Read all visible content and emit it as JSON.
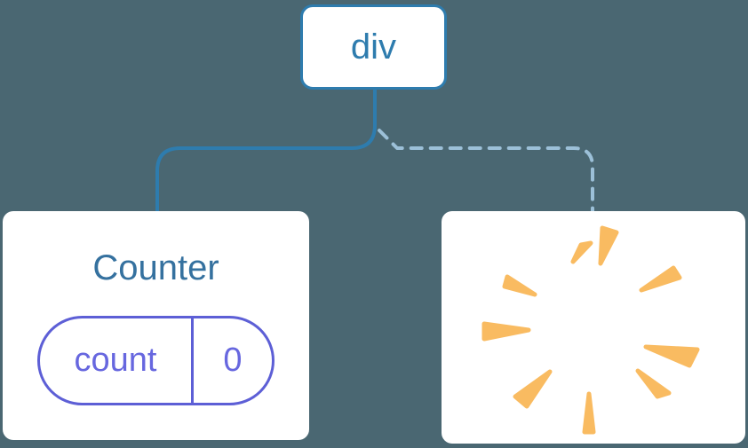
{
  "diagram": {
    "root": {
      "label": "div"
    },
    "counter": {
      "title": "Counter",
      "state": {
        "key": "count",
        "value": "0"
      }
    },
    "removed": {
      "icon": "poof-burst-icon"
    },
    "edges": [
      {
        "from": "div",
        "to": "Counter",
        "style": "solid"
      },
      {
        "from": "div",
        "to": "removed",
        "style": "dashed"
      }
    ]
  },
  "colors": {
    "background": "#4a6772",
    "card_bg": "#ffffff",
    "node_border": "#2e7cae",
    "node_text": "#2e7cae",
    "counter_title": "#35719f",
    "solid_edge": "#2e7cae",
    "dashed_edge": "#9cc0d8",
    "pill_border": "#5d5fd6",
    "pill_text": "#6767df",
    "poof_ray": "#f9bb61"
  }
}
